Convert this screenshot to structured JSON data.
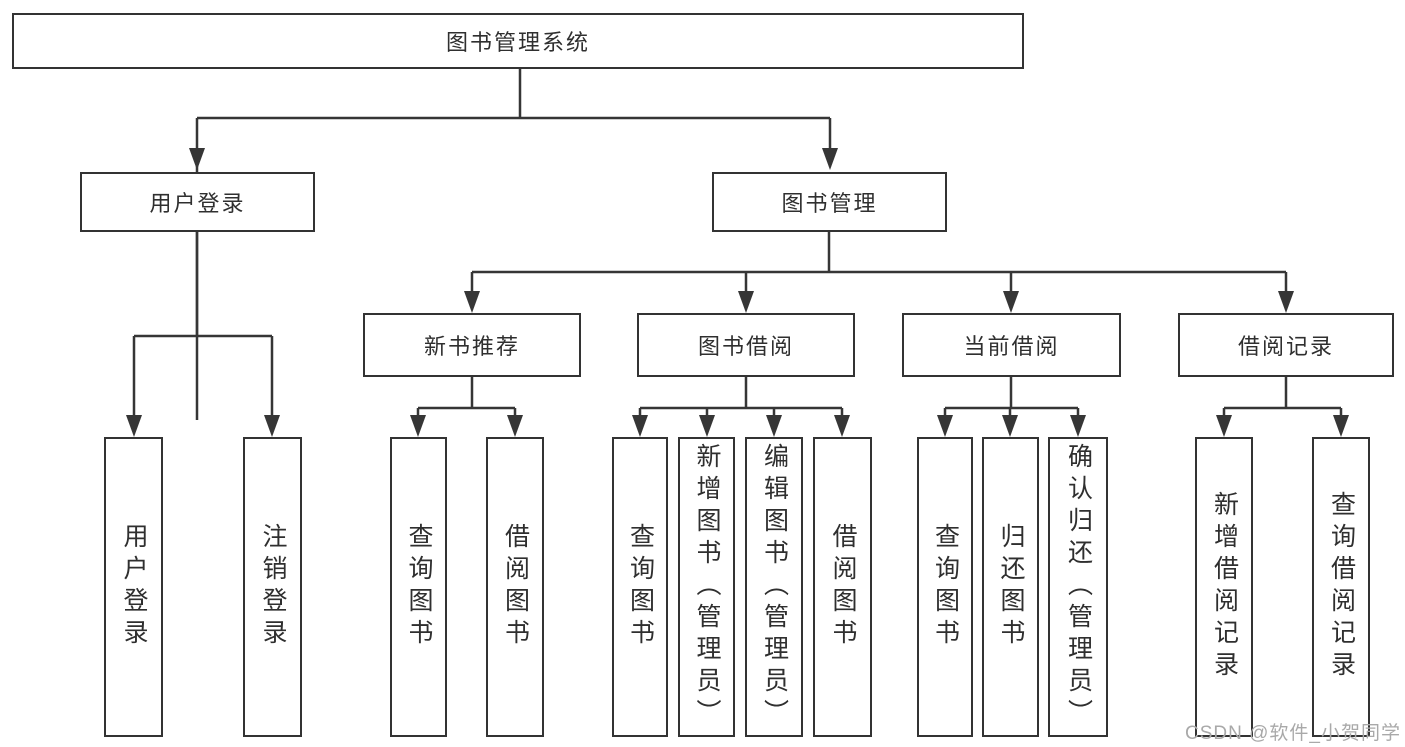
{
  "diagram": {
    "root": {
      "label": "图书管理系统"
    },
    "user_login": {
      "label": "用户登录",
      "children": [
        {
          "label": "用户登录"
        },
        {
          "label": "注销登录"
        }
      ]
    },
    "book_mgmt": {
      "label": "图书管理",
      "groups": [
        {
          "label": "新书推荐",
          "children": [
            {
              "label": "查询图书"
            },
            {
              "label": "借阅图书"
            }
          ]
        },
        {
          "label": "图书借阅",
          "children": [
            {
              "label": "查询图书"
            },
            {
              "label": "新增图书（管理员）"
            },
            {
              "label": "编辑图书（管理员）"
            },
            {
              "label": "借阅图书"
            }
          ]
        },
        {
          "label": "当前借阅",
          "children": [
            {
              "label": "查询图书"
            },
            {
              "label": "归还图书"
            },
            {
              "label": "确认归还（管理员）"
            }
          ]
        },
        {
          "label": "借阅记录",
          "children": [
            {
              "label": "新增借阅记录"
            },
            {
              "label": "查询借阅记录"
            }
          ]
        }
      ]
    }
  },
  "watermark": "CSDN @软件_小贺同学",
  "colors": {
    "line": "#363636",
    "box_border": "#333333",
    "box_fill": "#ffffff",
    "text": "#2f2f2f",
    "watermark": "#a9a9a9"
  }
}
